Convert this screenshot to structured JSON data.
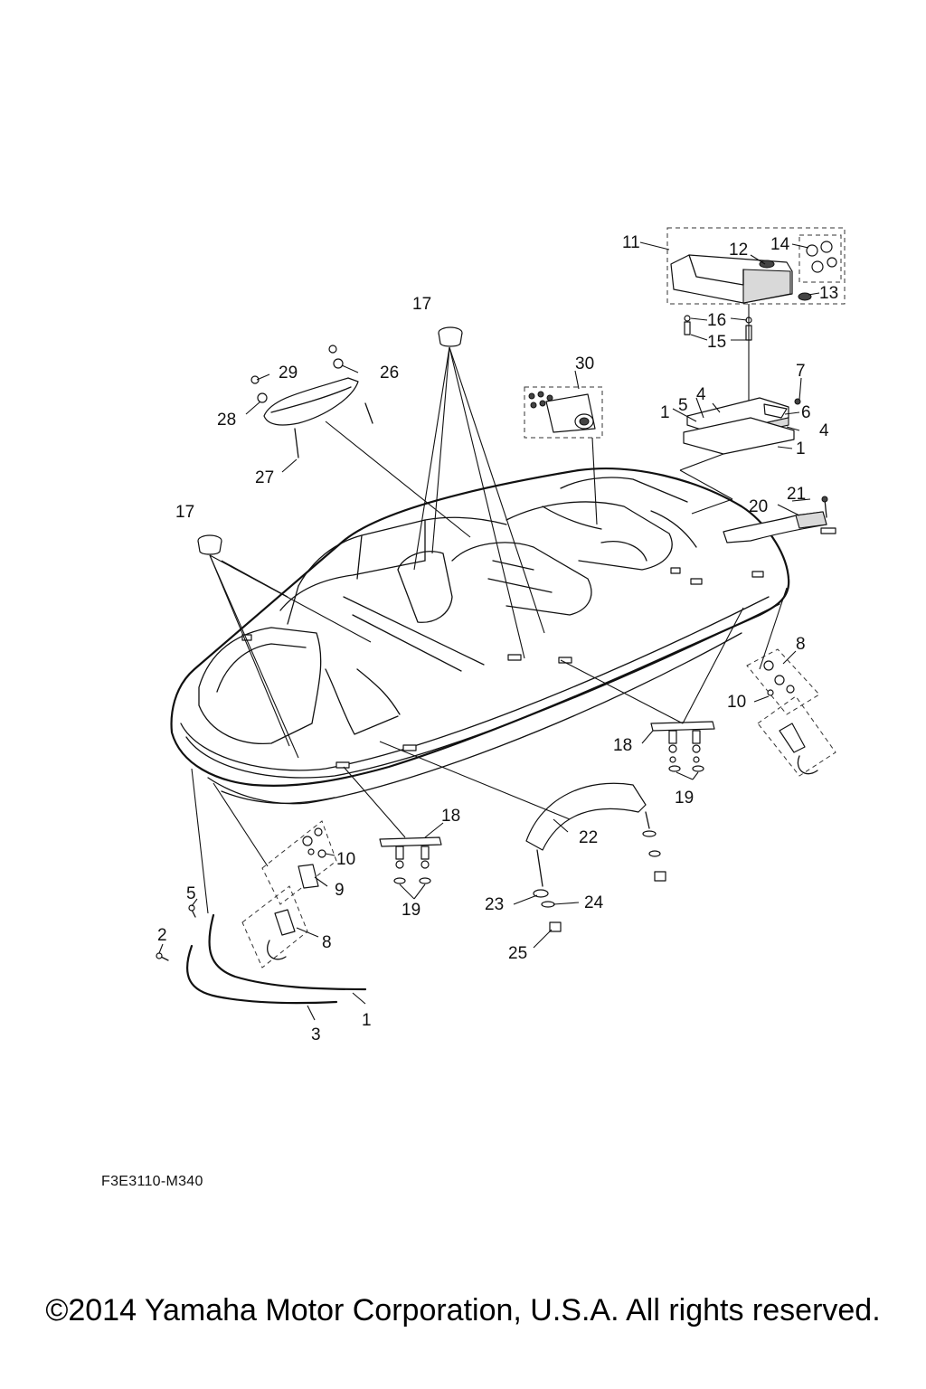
{
  "figure_code": "F3E3110-M340",
  "copyright": "©2014 Yamaha Motor Corporation, U.S.A. All rights reserved.",
  "callouts": {
    "c11": "11",
    "c12": "12",
    "c14": "14",
    "c13": "13",
    "c16": "16",
    "c15": "15",
    "c17a": "17",
    "c30": "30",
    "c7": "7",
    "c29": "29",
    "c26": "26",
    "c28": "28",
    "c4a": "4",
    "c5": "5",
    "c1a": "1",
    "c6": "6",
    "c4b": "4",
    "c1b": "1",
    "c27": "27",
    "c17b": "17",
    "c21": "21",
    "c20": "20",
    "c8a": "8",
    "c10a": "10",
    "c18a": "18",
    "c19a": "19",
    "c18b": "18",
    "c22": "22",
    "c10b": "10",
    "c9": "9",
    "c5b": "5",
    "c8b": "8",
    "c19b": "19",
    "c23": "23",
    "c24": "24",
    "c2": "2",
    "c25": "25",
    "c1c": "1",
    "c3": "3"
  }
}
